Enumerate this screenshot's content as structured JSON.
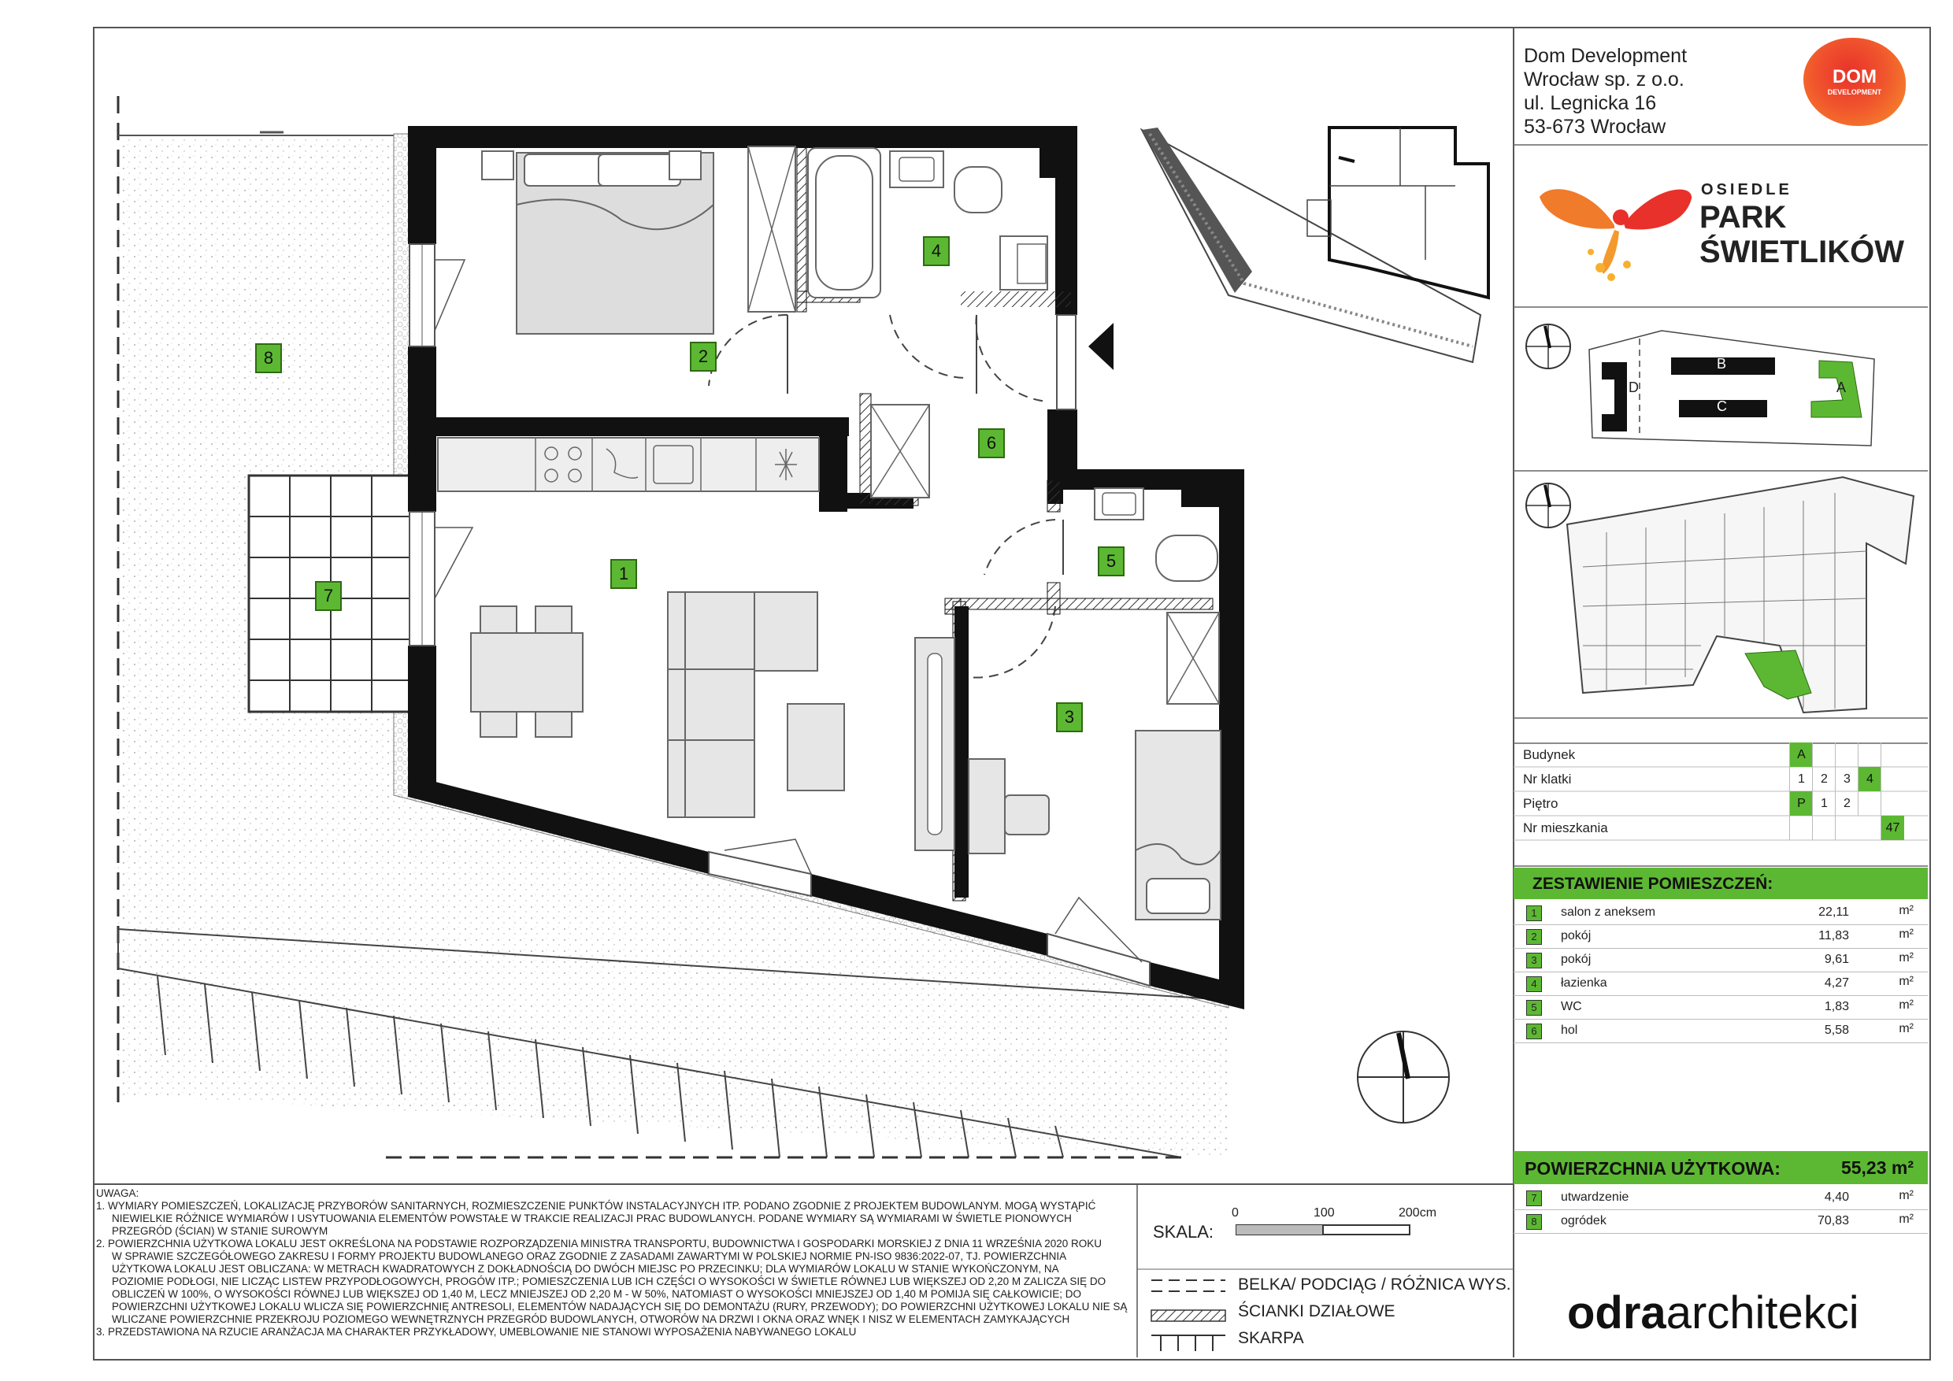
{
  "company": {
    "lines": [
      "Dom Development",
      "Wrocław sp. z o.o.",
      "ul. Legnicka 16",
      "53-673 Wrocław"
    ],
    "logo_text_1": "DOM",
    "logo_text_2": "DEVELOPMENT"
  },
  "project": {
    "prefix": "OSIEDLE",
    "name_1": "PARK",
    "name_2": "ŚWIETLIKÓW"
  },
  "site_map": {
    "buildings": [
      "B",
      "C",
      "D",
      "A"
    ]
  },
  "properties": [
    {
      "label": "Budynek",
      "cells": [
        "A"
      ],
      "active": [
        0
      ]
    },
    {
      "label": "Nr klatki",
      "cells": [
        "1",
        "2",
        "3",
        "4"
      ],
      "active": [
        3
      ]
    },
    {
      "label": "Piętro",
      "cells": [
        "P",
        "1",
        "2"
      ],
      "active": [
        0
      ]
    },
    {
      "label": "Nr mieszkania",
      "cells": [
        "",
        "",
        "",
        "47"
      ],
      "active": [
        3
      ]
    }
  ],
  "rooms_heading": "ZESTAWIENIE POMIESZCZEŃ:",
  "rooms": [
    {
      "num": "1",
      "name": "salon z aneksem",
      "area": "22,11",
      "unit": "m²"
    },
    {
      "num": "2",
      "name": "pokój",
      "area": "11,83",
      "unit": "m²"
    },
    {
      "num": "3",
      "name": "pokój",
      "area": "9,61",
      "unit": "m²"
    },
    {
      "num": "4",
      "name": "łazienka",
      "area": "4,27",
      "unit": "m²"
    },
    {
      "num": "5",
      "name": "WC",
      "area": "1,83",
      "unit": "m²"
    },
    {
      "num": "6",
      "name": "hol",
      "area": "5,58",
      "unit": "m²"
    }
  ],
  "total": {
    "label": "POWIERZCHNIA UŻYTKOWA:",
    "value": "55,23 m²"
  },
  "extras": [
    {
      "num": "7",
      "name": "utwardzenie",
      "area": "4,40",
      "unit": "m²"
    },
    {
      "num": "8",
      "name": "ogródek",
      "area": "70,83",
      "unit": "m²"
    }
  ],
  "plan_labels": [
    "1",
    "2",
    "3",
    "4",
    "5",
    "6",
    "7",
    "8"
  ],
  "scale": {
    "label": "SKALA:",
    "ticks": [
      "0",
      "100",
      "200cm"
    ]
  },
  "legend": [
    "BELKA/ PODCIĄG / RÓŻNICA WYS.",
    "ŚCIANKI DZIAŁOWE",
    "SKARPA"
  ],
  "architect": {
    "part1": "odra",
    "part2": "architekci"
  },
  "notes": {
    "title": "UWAGA:",
    "items": [
      "1.  WYMIARY POMIESZCZEŃ, LOKALIZACJĘ PRZYBORÓW SANITARNYCH, ROZMIESZCZENIE PUNKTÓW INSTALACYJNYCH ITP. PODANO ZGODNIE Z PROJEKTEM BUDOWLANYM. MOGĄ WYSTĄPIĆ",
      "NIEWIELKIE RÓŻNICE WYMIARÓW I USYTUOWANIA ELEMENTÓW POWSTAŁE W TRAKCIE REALIZACJI PRAC BUDOWLANYCH. PODANE WYMIARY SĄ WYMIARAMI W ŚWIETLE PIONOWYCH",
      "PRZEGRÓD (ŚCIAN) W STANIE SUROWYM",
      "2.  POWIERZCHNIA UŻYTKOWA LOKALU JEST OKREŚLONA NA PODSTAWIE ROZPORZĄDZENIA MINISTRA TRANSPORTU, BUDOWNICTWA I GOSPODARKI MORSKIEJ Z DNIA 11 WRZEŚNIA 2020 ROKU",
      "W SPRAWIE SZCZEGÓŁOWEGO ZAKRESU I FORMY PROJEKTU BUDOWLANEGO ORAZ ZGODNIE Z ZASADAMI ZAWARTYMI W POLSKIEJ NORMIE PN-ISO 9836:2022-07, TJ. POWIERZCHNIA",
      "UŻYTKOWA LOKALU JEST OBLICZANA: W METRACH KWADRATOWYCH Z DOKŁADNOŚCIĄ DO DWÓCH MIEJSC PO PRZECINKU; DLA WYMIARÓW LOKALU W STANIE WYKOŃCZONYM, NA",
      "POZIOMIE PODŁOGI, NIE LICZĄC LISTEW PRZYPODŁOGOWYCH, PROGÓW ITP.; POMIESZCZENIA LUB ICH CZĘŚCI O WYSOKOŚCI W ŚWIETLE RÓWNEJ LUB WIĘKSZEJ OD 2,20 M ZALICZA SIĘ DO",
      "OBLICZEŃ W 100%, O WYSOKOŚCI RÓWNEJ LUB WIĘKSZEJ OD 1,40 M, LECZ MNIEJSZEJ OD 2,20 M - W 50%, NATOMIAST O WYSOKOŚCI MNIEJSZEJ OD 1,40 M POMIJA SIĘ CAŁKOWICIE; DO",
      "POWIERZCHNI UŻYTKOWEJ LOKALU WLICZA SIĘ POWIERZCHNIĘ ANTRESOLI, ELEMENTÓW NADAJĄCYCH SIĘ DO DEMONTAŻU (RURY, PRZEWODY); DO POWIERZCHNI UŻYTKOWEJ LOKALU NIE SĄ",
      "WLICZANE POWIERZCHNIE PRZEKROJU POZIOMEGO WEWNĘTRZNYCH PRZEGRÓD BUDOWLANYCH, OTWORÓW NA DRZWI I OKNA ORAZ WNĘK I NISZ W ELEMENTACH ZAMYKAJĄCYCH",
      "3.  PRZEDSTAWIONA NA RZUCIE ARANŻACJA MA CHARAKTER PRZYKŁADOWY, UMEBLOWANIE NIE STANOWI WYPOSAŻENIA NABYWANEGO LOKALU"
    ]
  }
}
